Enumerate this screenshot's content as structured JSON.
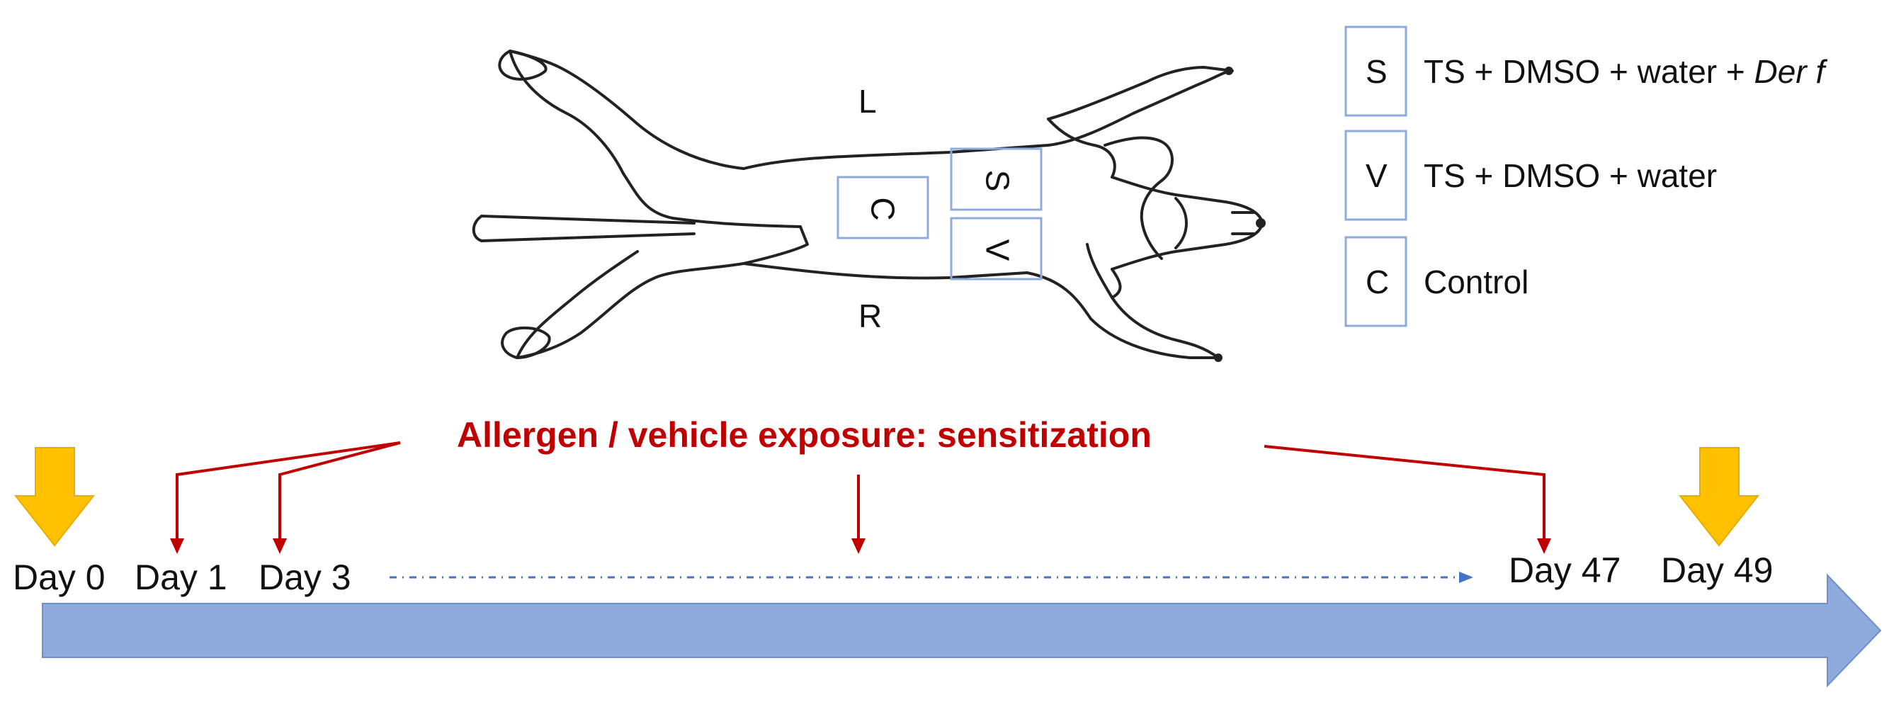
{
  "dog": {
    "side_left": "L",
    "side_right": "R",
    "patch_s": "S",
    "patch_v": "V",
    "patch_c": "C"
  },
  "legend": {
    "items": [
      {
        "key": "S",
        "text": "TS + DMSO + water + ",
        "text_italic": "Der f"
      },
      {
        "key": "V",
        "text": "TS + DMSO + water"
      },
      {
        "key": "C",
        "text": "Control"
      }
    ]
  },
  "timeline": {
    "title": "Allergen / vehicle exposure: sensitization",
    "days": [
      "Day 0",
      "Day 1",
      "Day 3",
      "Day 47",
      "Day 49"
    ]
  },
  "colors": {
    "timeline_bar": "#8faadc",
    "exposure_arrow": "#c00000",
    "day_marker": "#ffc000",
    "box_border": "#8faadc",
    "dotted_arrow": "#4472c4"
  }
}
